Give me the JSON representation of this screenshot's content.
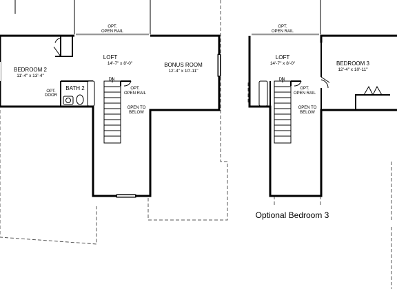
{
  "plan_main": {
    "opt_open_rail_top": [
      "OPT.",
      "OPEN RAIL"
    ],
    "loft_name": "LOFT",
    "loft_dim": "14'-7\" x 8'-0\"",
    "bonus_name": "BONUS ROOM",
    "bonus_dim": "12'-4\" x 10'-11\"",
    "bedroom2_name": "BEDROOM 2",
    "bedroom2_dim": "11'-4\" x 13'-4\"",
    "bath2_name": "BATH 2",
    "opt_door": [
      "OPT.",
      "DOOR"
    ],
    "dn": "DN",
    "opt_open_rail_stair": [
      "OPT.",
      "OPEN RAIL"
    ],
    "open_to_below": [
      "OPEN TO",
      "BELOW"
    ]
  },
  "plan_alt": {
    "opt_open_rail_top": [
      "OPT.",
      "OPEN RAIL"
    ],
    "loft_name": "LOFT",
    "loft_dim": "14'-7\" x 8'-0\"",
    "bedroom3_name": "BEDROOM 3",
    "bedroom3_dim": "12'-4\" x 10'-11\"",
    "dn": "DN",
    "opt_open_rail_stair": [
      "OPT.",
      "OPEN RAIL"
    ],
    "open_to_below": [
      "OPEN TO",
      "BELOW"
    ],
    "caption": "Optional Bedroom 3"
  }
}
